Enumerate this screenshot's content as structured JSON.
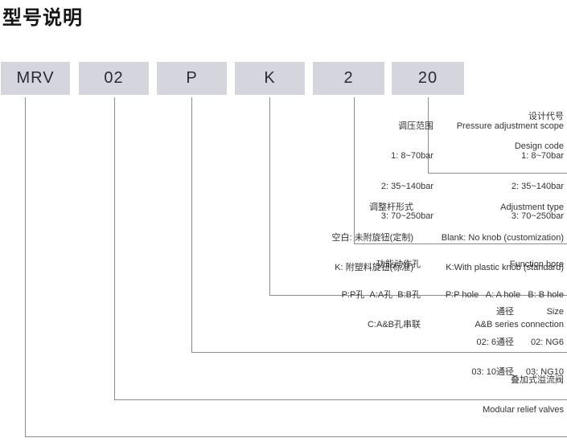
{
  "page": {
    "title": "型号说明"
  },
  "model_code": {
    "boxes": [
      {
        "label": "MRV"
      },
      {
        "label": "02"
      },
      {
        "label": "P"
      },
      {
        "label": "K"
      },
      {
        "label": "2"
      },
      {
        "label": "20"
      }
    ]
  },
  "sections": {
    "design_code": {
      "label_cn": "设计代号",
      "label_en": "Design code"
    },
    "pressure": {
      "title_cn": "调压范围",
      "title_en": "Pressure adjustment scope",
      "rows": [
        {
          "cn": "1: 8~70bar",
          "en": "1: 8~70bar"
        },
        {
          "cn": "2: 35~140bar",
          "en": "2: 35~140bar"
        },
        {
          "cn": "3: 70~250bar",
          "en": "3: 70~250bar"
        }
      ]
    },
    "adjustment_type": {
      "title_cn": "调整杆形式",
      "title_en": "Adjustment type",
      "rows": [
        {
          "cn": "空白: 未附旋钮(定制)",
          "en": "Blank: No knob (customization)"
        },
        {
          "cn": "K: 附塑料旋钮(标准)",
          "en": "K:With plastic knob (standard)"
        }
      ]
    },
    "function_bore": {
      "title_cn": "功能动作孔",
      "title_en": "Function bore",
      "rows": [
        {
          "cn": "P:P孔  A:A孔  B:B孔",
          "en": "P:P hole   A: A hole   B: B hole"
        },
        {
          "cn": "C:A&B孔串联",
          "en": "A&B series connection"
        }
      ]
    },
    "size": {
      "title_cn": "通径",
      "title_en": "Size",
      "rows": [
        {
          "cn": "02: 6通径",
          "en": "02: NG6"
        },
        {
          "cn": "03: 10通径",
          "en": "03: NG10"
        }
      ]
    },
    "product": {
      "label_cn": "叠加式溢流阀",
      "label_en": "Modular relief valves"
    }
  },
  "colors": {
    "box_fill": "#d5d5dd",
    "line": "#8c8c8c",
    "text": "#333333",
    "title": "#141414"
  }
}
